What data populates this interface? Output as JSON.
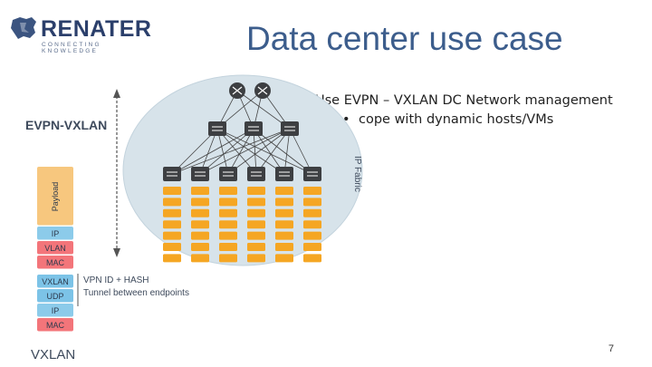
{
  "logo": {
    "name": "RENATER",
    "tagline": "CONNECTING KNOWLEDGE"
  },
  "title": "Data center use case",
  "body": {
    "line1": "Use EVPN – VXLAN DC Network management",
    "bullet_symbol": "•",
    "bullet1": "cope with dynamic hosts/VMs"
  },
  "diagram": {
    "evpn_label": "EVPN-VXLAN",
    "fabric_label": "IP Fabric",
    "stack_top": [
      {
        "label": "Payload",
        "color": "#f7c77e"
      },
      {
        "label": "IP",
        "color": "#8ccbea"
      },
      {
        "label": "VLAN",
        "color": "#f3757a"
      },
      {
        "label": "MAC",
        "color": "#f3757a"
      }
    ],
    "stack_bottom": [
      {
        "label": "VXLAN",
        "color": "#7cc3e7"
      },
      {
        "label": "UDP",
        "color": "#7cc3e7"
      },
      {
        "label": "IP",
        "color": "#8ccbea"
      },
      {
        "label": "MAC",
        "color": "#f3757a"
      }
    ],
    "annotation_line1": "VPN ID + HASH",
    "annotation_line2": "Tunnel between endpoints",
    "vxlan_label": "VXLAN",
    "spine_count": 2,
    "aggregation_count": 3,
    "leaf_count": 6,
    "servers_per_leaf": 7
  },
  "page_number": "7",
  "colors": {
    "title": "#3c5d8c",
    "fabric_fill": "#d7e3ea",
    "switch": "#3d3f42",
    "server": "#f5a623",
    "payload": "#f7c77e",
    "blue": "#8ccbea",
    "red": "#f3757a",
    "label_dark": "#3e4a5c"
  }
}
